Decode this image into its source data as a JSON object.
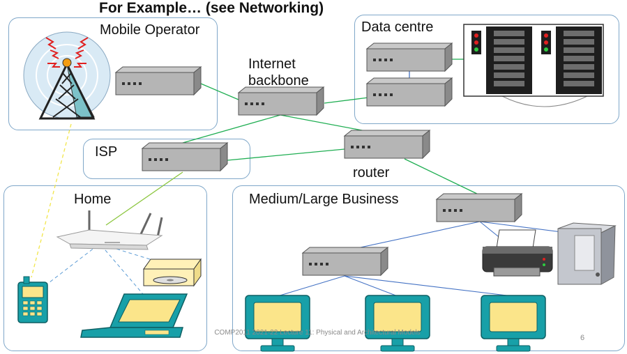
{
  "title": "For Example… (see Networking)",
  "regions": {
    "mobile_operator": "Mobile Operator",
    "data_centre": "Data centre",
    "isp": "ISP",
    "home": "Home",
    "business": "Medium/Large Business"
  },
  "labels": {
    "internet_backbone": "Internet backbone",
    "router": "router"
  },
  "footer": {
    "text": "COMP2011 2021-22 Lecture 11: Physical and Architectural Models",
    "page_number": "6"
  },
  "colors": {
    "region_border": "#7fa7c9",
    "wan_link": "#1fae52",
    "lan_link": "#4472c4",
    "wireless_link": "#5b9bd5",
    "mobile_link": "#f2e64a",
    "home_uplink": "#8cc63f",
    "monitor_teal": "#18a0a8",
    "screen_yellow": "#fbe58a"
  }
}
